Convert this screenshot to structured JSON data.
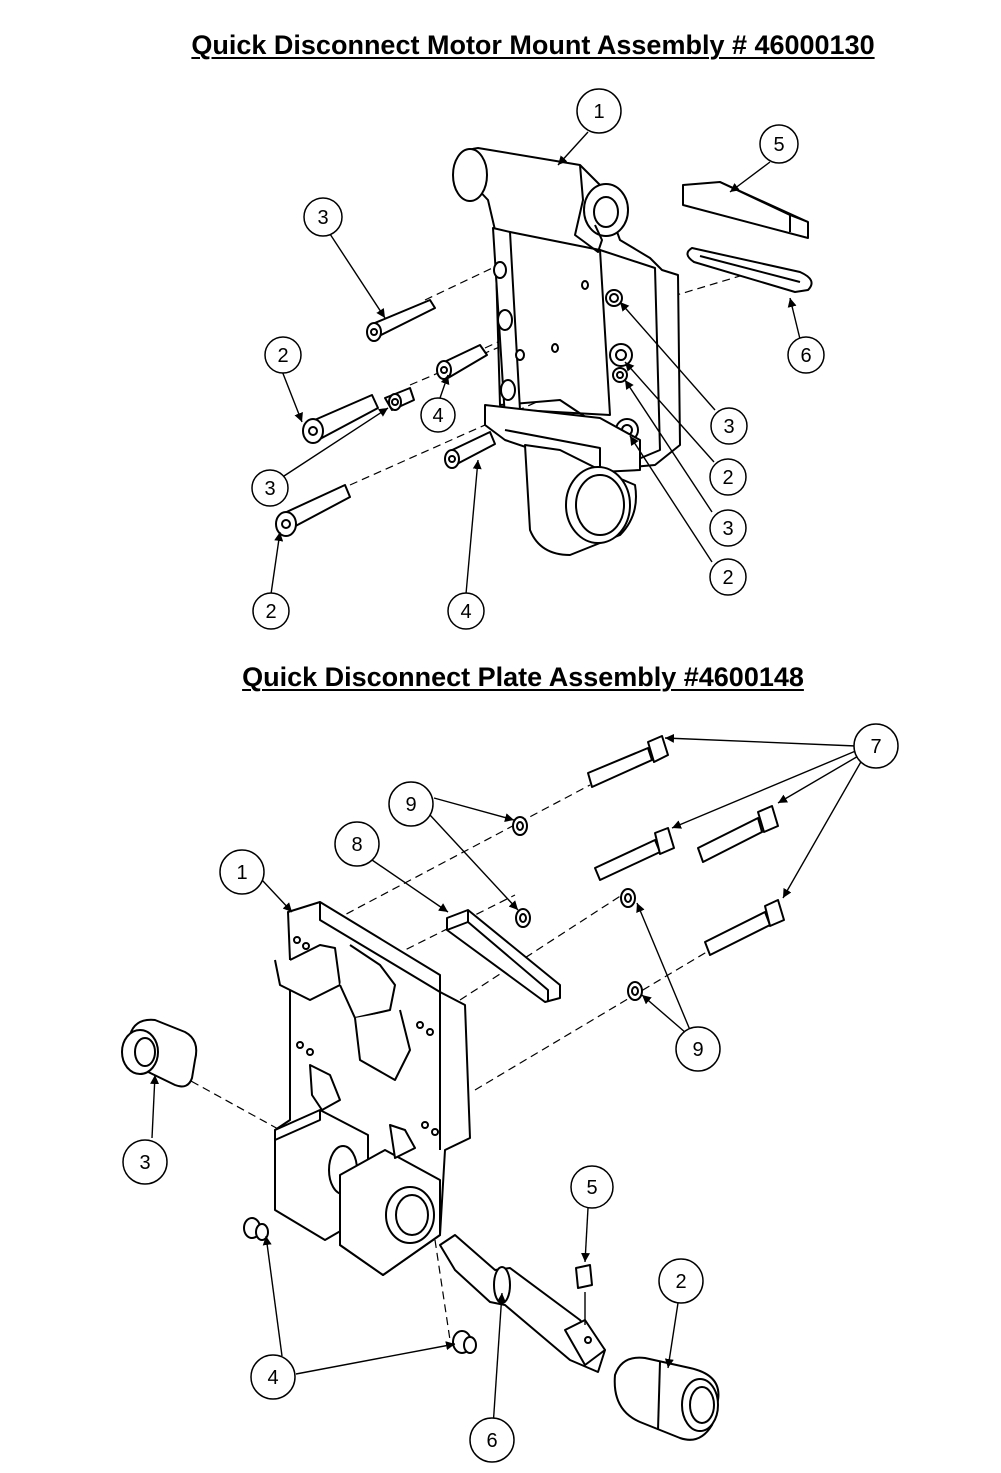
{
  "titles": {
    "motor_mount": "Quick Disconnect Motor Mount Assembly # 46000130",
    "plate": "Quick Disconnect Plate Assembly #4600148"
  },
  "callouts": {
    "motor_mount": [
      {
        "label": "1"
      },
      {
        "label": "5"
      },
      {
        "label": "3"
      },
      {
        "label": "2"
      },
      {
        "label": "4"
      },
      {
        "label": "6"
      },
      {
        "label": "3"
      },
      {
        "label": "3"
      },
      {
        "label": "2"
      },
      {
        "label": "3"
      },
      {
        "label": "2"
      },
      {
        "label": "2"
      },
      {
        "label": "4"
      }
    ],
    "plate": [
      {
        "label": "7"
      },
      {
        "label": "9"
      },
      {
        "label": "8"
      },
      {
        "label": "1"
      },
      {
        "label": "9"
      },
      {
        "label": "3"
      },
      {
        "label": "5"
      },
      {
        "label": "2"
      },
      {
        "label": "4"
      },
      {
        "label": "6"
      }
    ]
  }
}
